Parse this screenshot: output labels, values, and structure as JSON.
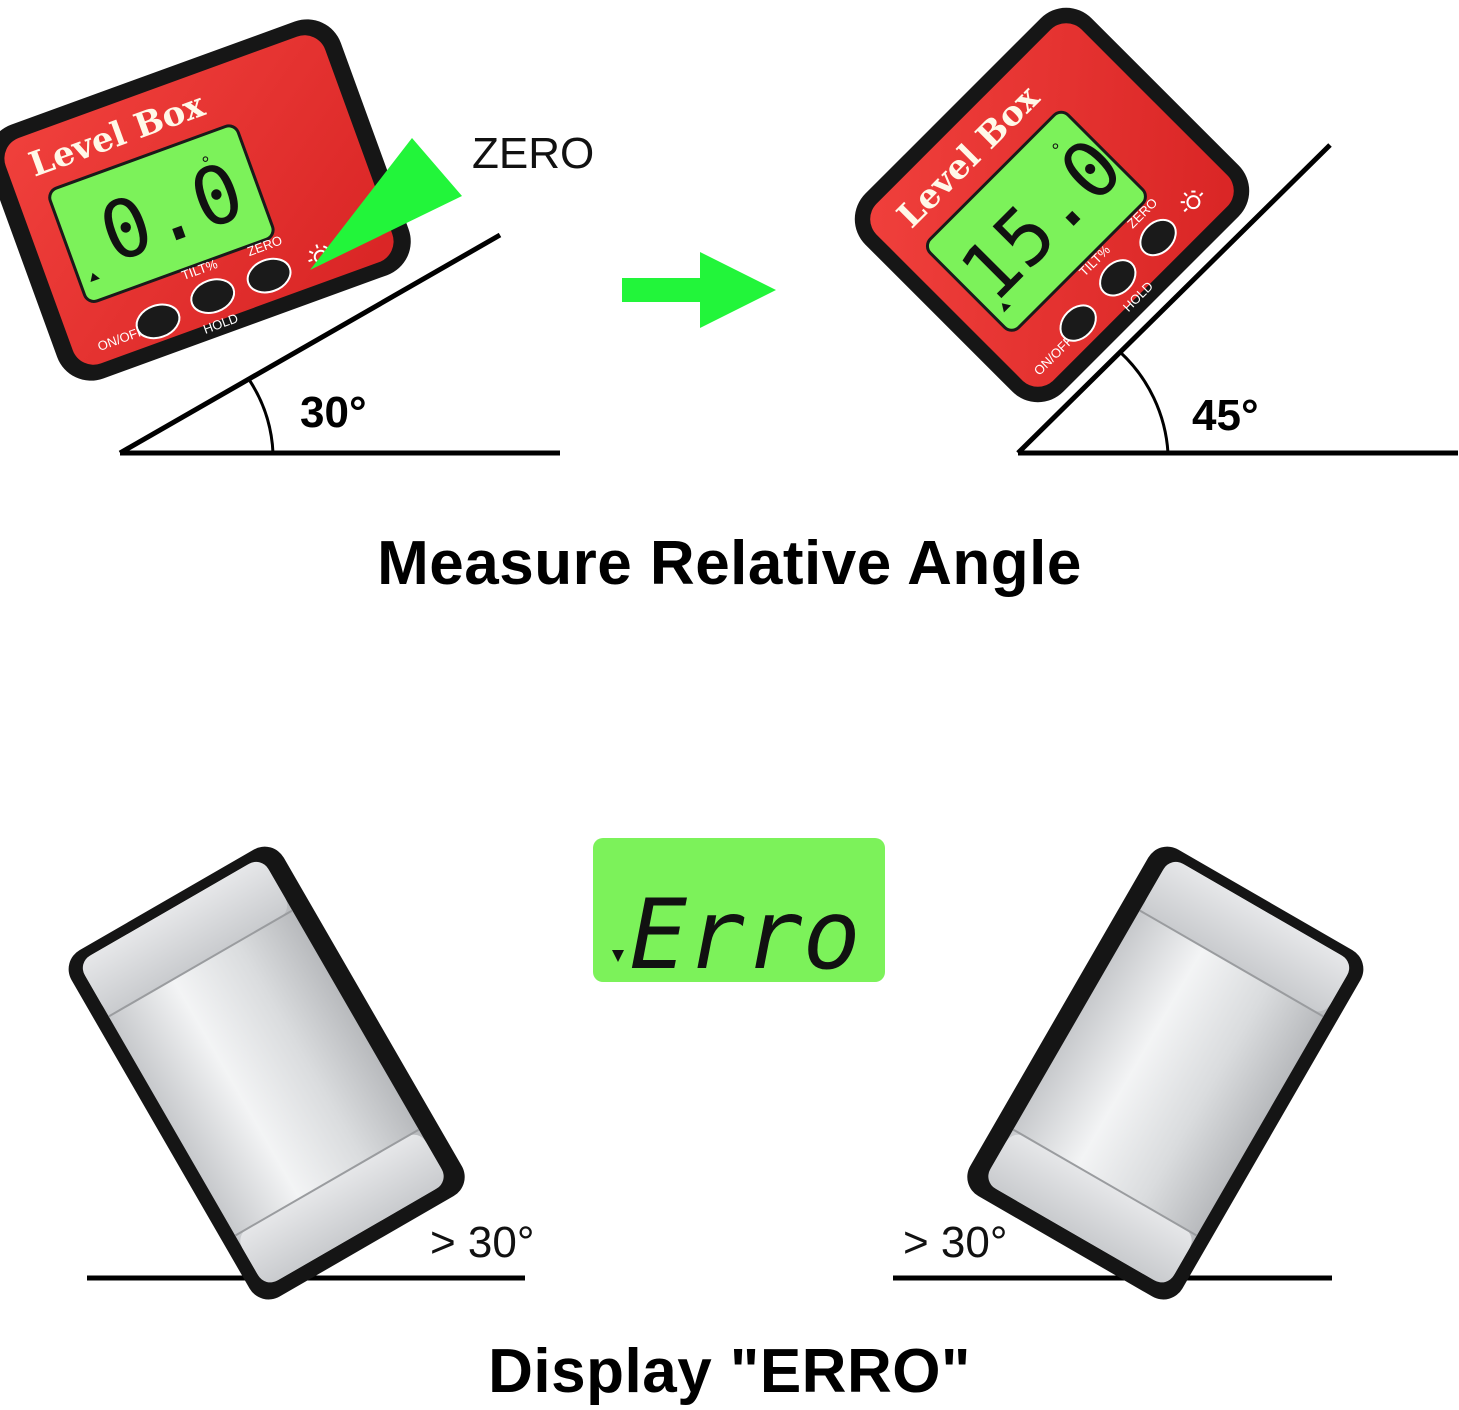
{
  "colors": {
    "lcd_green": "#7cf25a",
    "device_red": "#e8302f",
    "arrow_green": "#22f53a",
    "case_black": "#161616"
  },
  "devices": {
    "brand": "Level Box",
    "left": {
      "reading": "0.0",
      "reading_deg": 0
    },
    "right": {
      "reading": "15.0",
      "reading_deg": 15
    },
    "buttons": {
      "on_off": "ON/OFF",
      "tilt": "TILT%",
      "hold": "HOLD",
      "zero": "ZERO"
    }
  },
  "callout": {
    "label": "ZERO"
  },
  "slopes": {
    "left": "30°",
    "left_deg": 30,
    "right": "45°",
    "right_deg": 45
  },
  "captions": {
    "top": "Measure Relative Angle",
    "bottom": "Display \"ERRO\""
  },
  "error_display": {
    "text": "Erro"
  },
  "tilt_labels": {
    "left": "> 30°",
    "right": "> 30°"
  },
  "icons": [
    "arrow-right-icon",
    "backlight-icon",
    "pointer-icon"
  ]
}
